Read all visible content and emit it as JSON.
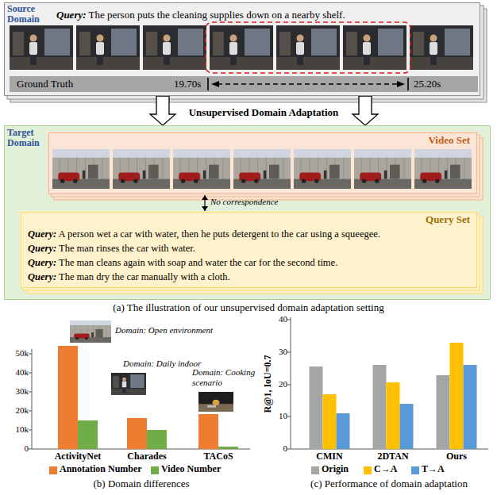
{
  "diagram": {
    "nodes": [
      {
        "text": [
          "Source Domain",
          "Query: The person puts the cleaning supplies down on a nearby shelf."
        ]
      },
      {
        "text": [
          "Ground Truth",
          "19.70s",
          "25.20s"
        ],
        "in": 0
      },
      {
        "text": [
          "Target Domain"
        ]
      },
      {
        "text": [
          "Video Set"
        ],
        "in": 2
      },
      {
        "text": [
          "Query Set",
          "Query: A person wet a car with water, then he puts detergent to the car using a squeegee.",
          "Query: The man rinses the car with water.",
          "Query: The man cleans again with soap and water the car for the second time.",
          "Query: The man dry the car manually with a cloth."
        ],
        "in": 2
      }
    ],
    "edges": [
      {
        "from": 0,
        "to": 2,
        "arrow": "to"
      },
      {
        "from": 0,
        "to": 2,
        "arrow": "to"
      },
      {
        "from": 3,
        "to": 4,
        "arrow": "both",
        "label": "No correspondence"
      }
    ],
    "labels": [
      "Unsupervised Domain Adaptation",
      "(a) The illustration of our unsupervised domain adaptation setting",
      "Domain: Open environment",
      "Domain: Daily indoor",
      "Domain: Cooking scenario",
      "50k",
      "40k",
      "30k",
      "20k",
      "10k",
      "0",
      "ActivityNet",
      "Charades",
      "TACoS",
      "(b) Domain differences",
      "40",
      "30",
      "20",
      "10",
      "0",
      "R@1, IoU=0.7",
      "CMIN",
      "2DTAN",
      "Ours",
      "(c) Performance of domain adaptation"
    ],
    "legend": [
      {
        "text": "Annotation Number",
        "color": "#ED7D31"
      },
      {
        "text": "Video Number",
        "color": "#70AD47"
      },
      {
        "text": "Origin",
        "color": "#A5A5A5"
      },
      {
        "text": "C→A",
        "color": "#FFC000"
      },
      {
        "text": "T→A",
        "color": "#5B9BD5"
      }
    ]
  }
}
